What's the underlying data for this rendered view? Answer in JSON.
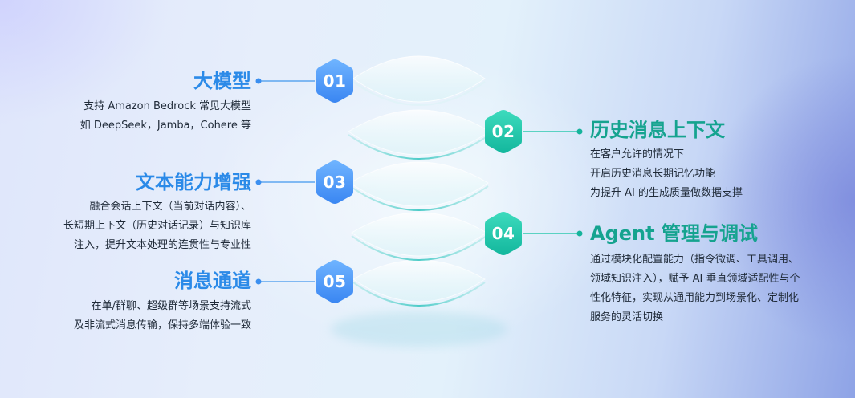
{
  "items": [
    {
      "num": "01",
      "title": "大模型",
      "lines": [
        "支持 Amazon Bedrock 常见大模型",
        "如 DeepSeek，Jamba，Cohere 等"
      ],
      "icon": "blue-hexagon"
    },
    {
      "num": "02",
      "title": "历史消息上下文",
      "lines": [
        "在客户允许的情况下",
        "开启历史消息长期记忆功能",
        "为提升 AI 的生成质量做数据支撑"
      ],
      "icon": "green-hexagon"
    },
    {
      "num": "03",
      "title": "文本能力增强",
      "lines": [
        "融合会话上下文（当前对话内容）、",
        "长短期上下文（历史对话记录）与知识库",
        "注入，提升文本处理的连贯性与专业性"
      ],
      "icon": "blue-hexagon"
    },
    {
      "num": "04",
      "title": "Agent 管理与调试",
      "lines": [
        "通过模块化配置能力（指令微调、工具调用、",
        "领域知识注入），赋予 AI 垂直领域适配性与个",
        "性化特征，实现从通用能力到场景化、定制化",
        "服务的灵活切换"
      ],
      "icon": "green-hexagon"
    },
    {
      "num": "05",
      "title": "消息通道",
      "lines": [
        "在单/群聊、超级群等场景支持流式",
        "及非流式消息传输，保持多端体验一致"
      ],
      "icon": "blue-hexagon"
    }
  ],
  "colors": {
    "blue_title": "#2b8ae8",
    "green_title": "#15a38f",
    "blue_hex_top": "#6fb4ff",
    "blue_hex_bottom": "#3a86f2",
    "green_hex_top": "#3ddbbd",
    "green_hex_bottom": "#13b79d"
  }
}
